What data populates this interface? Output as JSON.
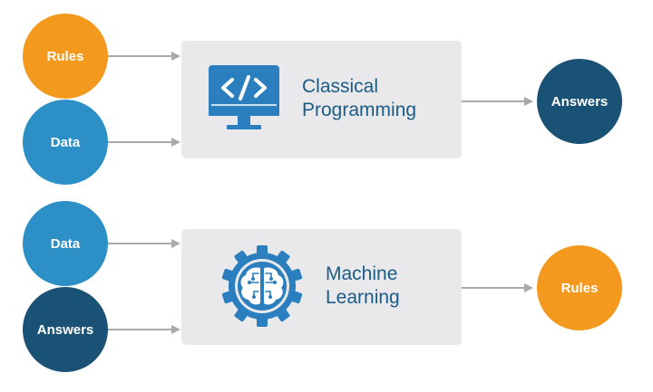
{
  "colors": {
    "orange": "#f39a1e",
    "mid_blue": "#2c8fc5",
    "dark_blue": "#1a5276",
    "box_fill": "#e9e9ec",
    "arrow": "#a9a9a9",
    "title_text": "#1a5c86",
    "icon_blue": "#2b7fbf"
  },
  "classical": {
    "inputs": [
      {
        "label": "Rules",
        "color": "orange"
      },
      {
        "label": "Data",
        "color": "mid_blue"
      }
    ],
    "box": {
      "line1": "Classical",
      "line2": "Programming",
      "icon": "code-monitor-icon"
    },
    "output": {
      "label": "Answers",
      "color": "dark_blue"
    }
  },
  "machine_learning": {
    "inputs": [
      {
        "label": "Data",
        "color": "mid_blue"
      },
      {
        "label": "Answers",
        "color": "dark_blue"
      }
    ],
    "box": {
      "line1": "Machine",
      "line2": "Learning",
      "icon": "gear-brain-icon"
    },
    "output": {
      "label": "Rules",
      "color": "orange"
    }
  }
}
